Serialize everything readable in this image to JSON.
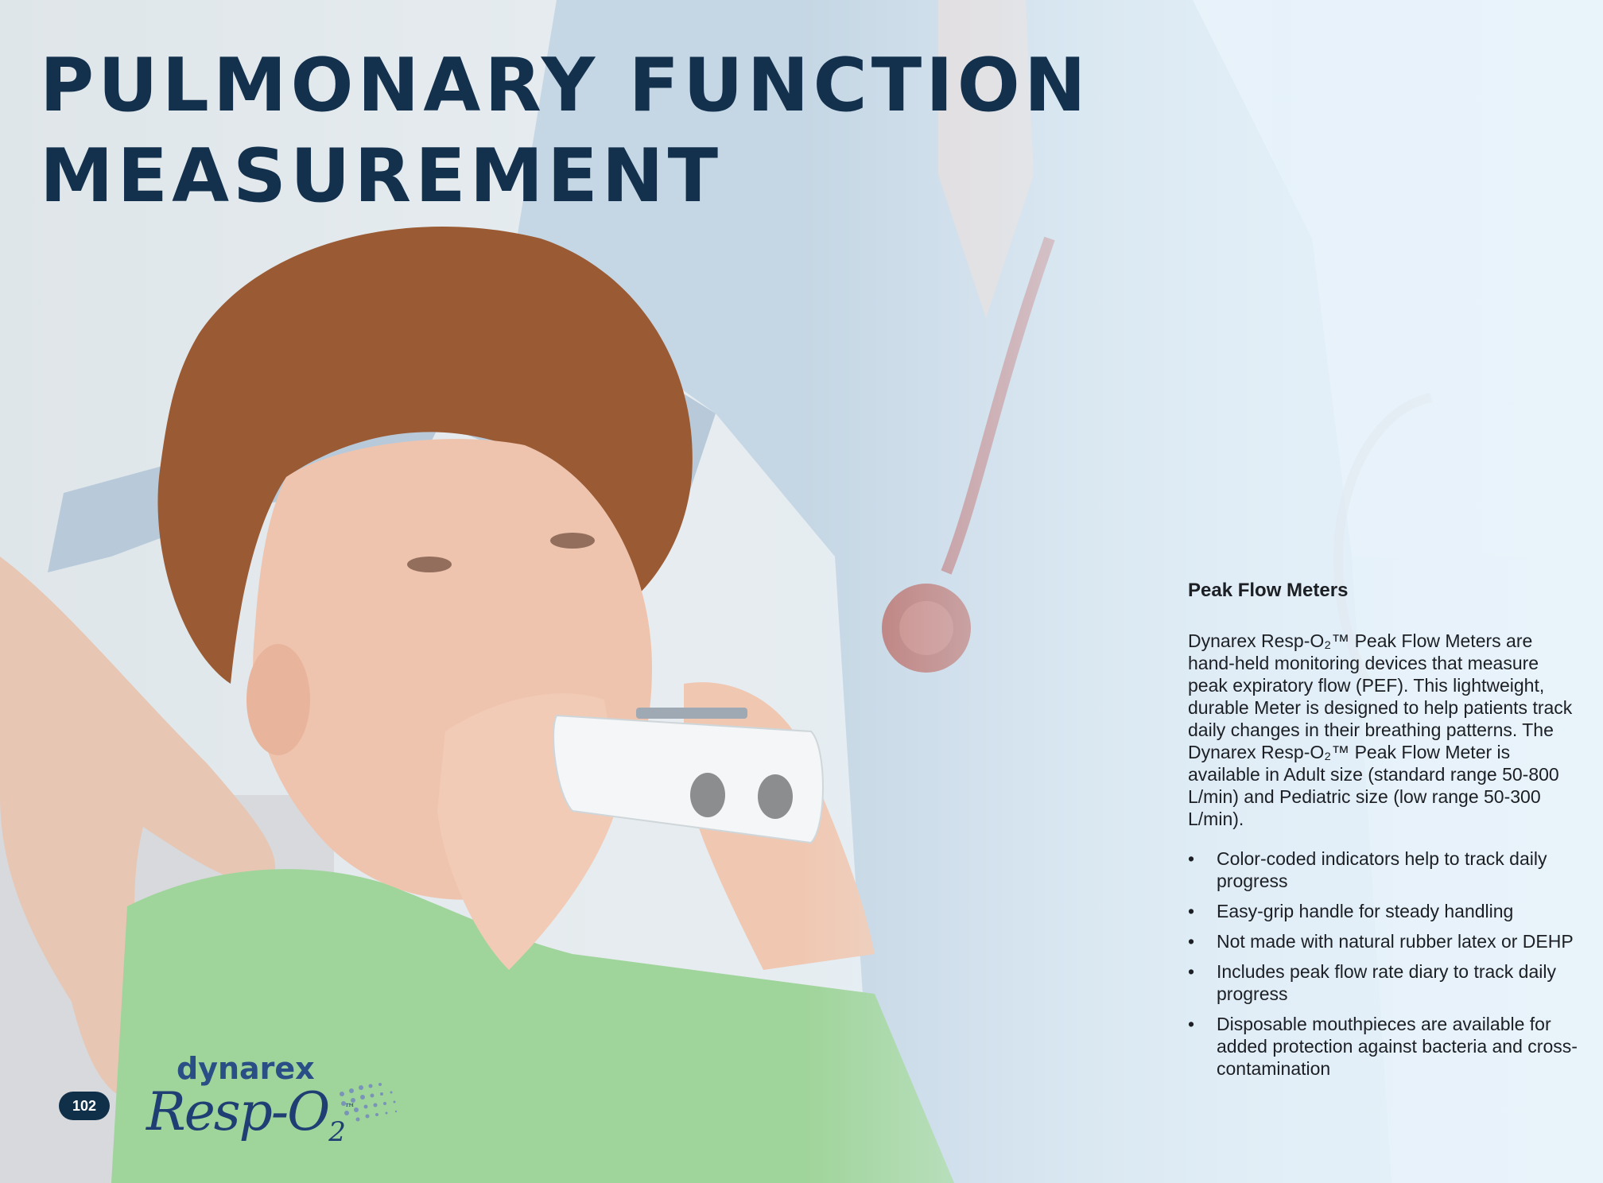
{
  "page": {
    "title_line1": "PULMONARY FUNCTION",
    "title_line2": "MEASUREMENT",
    "page_number": "102"
  },
  "logo": {
    "brand": "dynarex",
    "product": "Resp-O",
    "subscript": "2",
    "trademark": "™"
  },
  "section": {
    "heading": "Peak Flow Meters",
    "description": "Dynarex Resp-O₂™ Peak Flow Meters are hand-held monitoring devices that measure peak expiratory flow (PEF). This lightweight, durable Meter is designed to help patients track daily changes in their breathing patterns. The Dynarex Resp-O₂™ Peak Flow Meter is available in Adult size (standard range 50-800 L/min) and Pediatric size (low range 50-300 L/min).",
    "bullets": [
      "Color-coded indicators help to track daily progress",
      "Easy-grip handle for steady handling",
      "Not made with natural rubber latex or DEHP",
      "Includes peak flow rate diary to track daily progress",
      "Disposable mouthpieces are available for added protection against bacteria and cross-contamination"
    ]
  },
  "colors": {
    "title": "#13304d",
    "body_text": "#1c1f24",
    "page_badge": "#10304a",
    "brand": "#2a4f86"
  }
}
